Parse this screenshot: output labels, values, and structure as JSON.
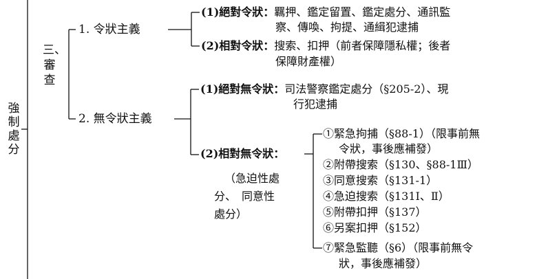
{
  "root": {
    "label": "強制處分"
  },
  "section": {
    "label": "三、審查"
  },
  "branch1": {
    "label": "1. 令狀主義",
    "items": [
      {
        "lead": "(1)絕對令狀：",
        "line1": "羈押、鑑定留置、鑑定處分、通訊監",
        "line2": "察、傳喚、拘提、通緝犯逮捕"
      },
      {
        "lead": "(2)相對令狀：",
        "line1": "搜索、扣押（前者保障隱私權；後者",
        "line2": "保障財產權）"
      }
    ]
  },
  "branch2": {
    "label": "2. 無令狀主義",
    "abs": {
      "lead": "(1)絕對無令狀：",
      "line1": "司法警察鑑定處分（§205-2）、現",
      "line2": "行犯逮捕"
    },
    "rel": {
      "lead": "(2)相對無令狀：",
      "sub1": "（急迫性處",
      "sub2": "分、　同意性",
      "sub3": "處分）",
      "items": [
        {
          "line1": "①緊急拘捕（§88-1）（限事前無",
          "line2": "令狀，事後應補發）"
        },
        {
          "line1": "②附帶搜索（§130、§88-1Ⅲ）"
        },
        {
          "line1": "③同意搜索（§131-1）"
        },
        {
          "line1": "④急迫搜索（§131Ⅰ、Ⅱ）"
        },
        {
          "line1": "⑤附帶扣押（§137）"
        },
        {
          "line1": "⑥另案扣押（§152）"
        },
        {
          "line1": "⑦緊急監聽（§6）（限事前無令",
          "line2": "狀，事後應補發）"
        }
      ]
    }
  }
}
